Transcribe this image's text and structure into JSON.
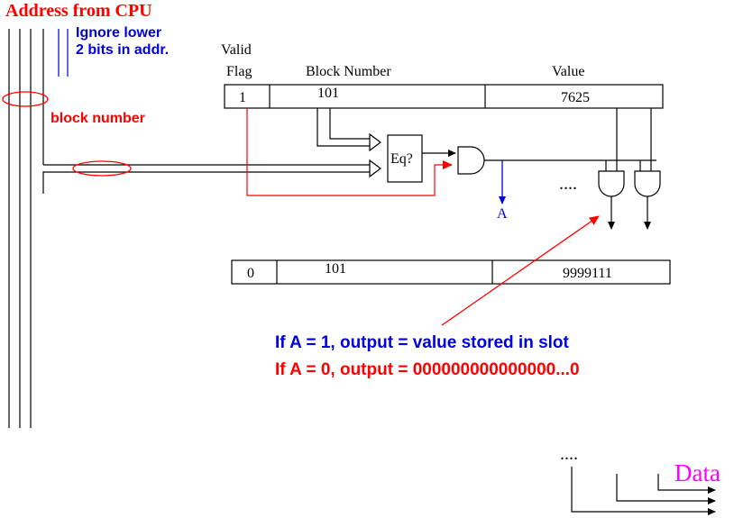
{
  "title": "Address from CPU",
  "ignore_lower": {
    "line1": "Ignore lower",
    "line2": "2 bits in addr."
  },
  "block_number_label": "block number",
  "headers": {
    "valid_line1": "Valid",
    "valid_line2": "Flag",
    "block_number": "Block Number",
    "value": "Value"
  },
  "slot1": {
    "valid": "1",
    "block": "101",
    "value": "7625"
  },
  "slot2": {
    "valid": "0",
    "block": "101",
    "value": "9999111"
  },
  "comparator": "Eq?",
  "signal_a": "A",
  "ellipsis": "....",
  "note_a1": "If A = 1, output = value stored in slot",
  "note_a0": "If A = 0, output = 000000000000000...0",
  "data_label": "Data",
  "colors": {
    "red": "#ff0000",
    "blue": "#0000dd",
    "magenta": "#ff00ff",
    "black": "#000000"
  }
}
